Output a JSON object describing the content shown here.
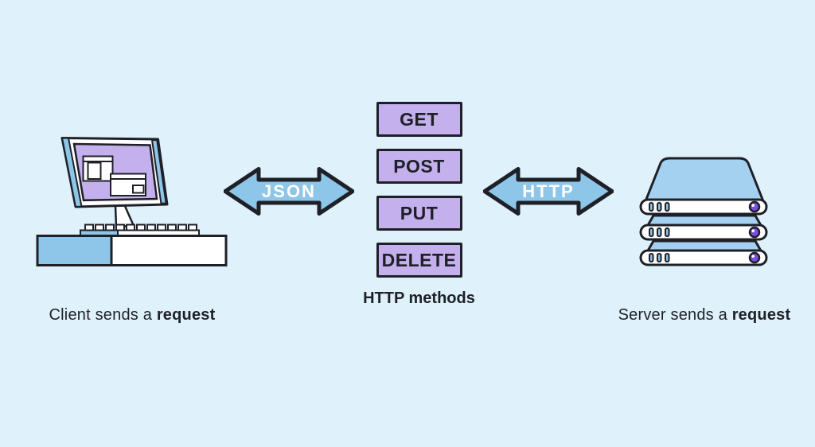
{
  "colors": {
    "bg": "#DFF1FA",
    "ink": "#1F2027",
    "purple": "#C3B0EC",
    "blue": "#8DC6E9",
    "blue_soft": "#A3D1EF",
    "led": "#7C4FE0"
  },
  "client": {
    "icon": "desktop-computer-icon",
    "caption": "Client sends a",
    "caption_bold": "request"
  },
  "arrows": [
    {
      "label": "JSON",
      "direction": "double"
    },
    {
      "label": "HTTP",
      "direction": "double"
    }
  ],
  "methods": {
    "title": "HTTP methods",
    "items": [
      "GET",
      "POST",
      "PUT",
      "DELETE"
    ]
  },
  "server": {
    "icon": "server-stack-icon",
    "caption": "Server sends a",
    "caption_bold": "request"
  }
}
